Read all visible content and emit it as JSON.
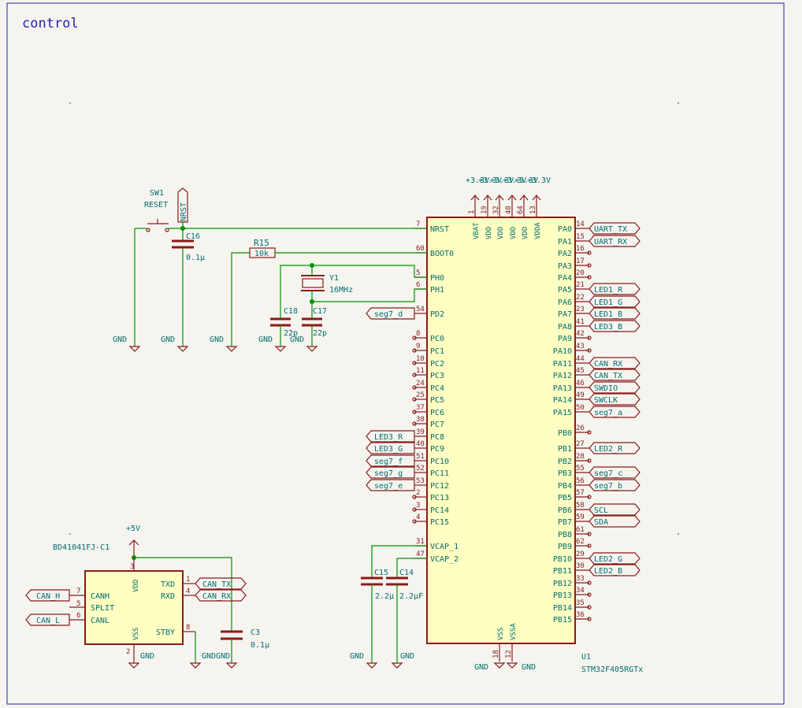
{
  "sheet": {
    "title": "control"
  },
  "mcu": {
    "ref": "U1",
    "value": "STM32F405RGTx",
    "power_top": [
      {
        "name": "VBAT",
        "num": "1"
      },
      {
        "name": "VDD",
        "num": "19"
      },
      {
        "name": "VDD",
        "num": "32"
      },
      {
        "name": "VDD",
        "num": "48"
      },
      {
        "name": "VDD",
        "num": "64"
      },
      {
        "name": "VDDA",
        "num": "13"
      }
    ],
    "power_labels": [
      "+3.3V",
      "+3.3V",
      "+3.3V",
      "+3.3V",
      "+3.3V",
      "+3.3V"
    ],
    "power_bottom": [
      {
        "name": "VSS",
        "num": "18"
      },
      {
        "name": "VSSA",
        "num": "12"
      }
    ],
    "left_pins": [
      {
        "name": "NRST",
        "num": "7"
      },
      {
        "name": "BOOT0",
        "num": "60"
      },
      {
        "name": "PH0",
        "num": "5"
      },
      {
        "name": "PH1",
        "num": "6"
      },
      {
        "name": "PD2",
        "num": "54",
        "label": "seg7_d"
      },
      {
        "name": "PC0",
        "num": "8"
      },
      {
        "name": "PC1",
        "num": "9"
      },
      {
        "name": "PC2",
        "num": "10"
      },
      {
        "name": "PC3",
        "num": "11"
      },
      {
        "name": "PC4",
        "num": "24"
      },
      {
        "name": "PC5",
        "num": "25"
      },
      {
        "name": "PC6",
        "num": "37"
      },
      {
        "name": "PC7",
        "num": "38"
      },
      {
        "name": "PC8",
        "num": "39",
        "label": "LED3_R"
      },
      {
        "name": "PC9",
        "num": "40",
        "label": "LED3_G"
      },
      {
        "name": "PC10",
        "num": "51",
        "label": "seg7_f"
      },
      {
        "name": "PC11",
        "num": "52",
        "label": "seg7_g"
      },
      {
        "name": "PC12",
        "num": "53",
        "label": "seg7_e"
      },
      {
        "name": "PC13",
        "num": "2"
      },
      {
        "name": "PC14",
        "num": "3"
      },
      {
        "name": "PC15",
        "num": "4"
      },
      {
        "name": "VCAP_1",
        "num": "31"
      },
      {
        "name": "VCAP_2",
        "num": "47"
      }
    ],
    "right_pins": [
      {
        "name": "PA0",
        "num": "14",
        "label": "UART_TX"
      },
      {
        "name": "PA1",
        "num": "15",
        "label": "UART_RX"
      },
      {
        "name": "PA2",
        "num": "16"
      },
      {
        "name": "PA3",
        "num": "17"
      },
      {
        "name": "PA4",
        "num": "20"
      },
      {
        "name": "PA5",
        "num": "21",
        "label": "LED1_R"
      },
      {
        "name": "PA6",
        "num": "22",
        "label": "LED1_G"
      },
      {
        "name": "PA7",
        "num": "23",
        "label": "LED1_B"
      },
      {
        "name": "PA8",
        "num": "41",
        "label": "LED3_B"
      },
      {
        "name": "PA9",
        "num": "42"
      },
      {
        "name": "PA10",
        "num": "43"
      },
      {
        "name": "PA11",
        "num": "44",
        "label": "CAN_RX"
      },
      {
        "name": "PA12",
        "num": "45",
        "label": "CAN_TX"
      },
      {
        "name": "PA13",
        "num": "46",
        "label": "SWDIO"
      },
      {
        "name": "PA14",
        "num": "49",
        "label": "SWCLK"
      },
      {
        "name": "PA15",
        "num": "50",
        "label": "seg7_a"
      },
      {
        "name": "PB0",
        "num": "26"
      },
      {
        "name": "PB1",
        "num": "27",
        "label": "LED2_R"
      },
      {
        "name": "PB2",
        "num": "28"
      },
      {
        "name": "PB3",
        "num": "55",
        "label": "seg7_c"
      },
      {
        "name": "PB4",
        "num": "56",
        "label": "seg7_b"
      },
      {
        "name": "PB5",
        "num": "57"
      },
      {
        "name": "PB6",
        "num": "58",
        "label": "SCL"
      },
      {
        "name": "PB7",
        "num": "59",
        "label": "SDA"
      },
      {
        "name": "PB8",
        "num": "61"
      },
      {
        "name": "PB9",
        "num": "62"
      },
      {
        "name": "PB10",
        "num": "29",
        "label": "LED2_G"
      },
      {
        "name": "PB11",
        "num": "30",
        "label": "LED2_B"
      },
      {
        "name": "PB12",
        "num": "33"
      },
      {
        "name": "PB13",
        "num": "34"
      },
      {
        "name": "PB14",
        "num": "35"
      },
      {
        "name": "PB15",
        "num": "36"
      }
    ]
  },
  "reset": {
    "ref": "SW1",
    "value": "RESET",
    "net": "NRST",
    "cap_ref": "C16",
    "cap_value": "0.1µ"
  },
  "boot": {
    "ref": "R15",
    "value": "10k"
  },
  "crystal": {
    "ref": "Y1",
    "value": "16MHz",
    "c_left_ref": "C18",
    "c_left_value": "22p",
    "c_right_ref": "C17",
    "c_right_value": "22p"
  },
  "vcap": {
    "c1_ref": "C15",
    "c1_value": "2.2µ",
    "c2_ref": "C14",
    "c2_value": "2.2µF"
  },
  "can": {
    "ref": "BD41041FJ-C1",
    "supply": "+5V",
    "pins_left": [
      {
        "name": "CANH",
        "num": "7"
      },
      {
        "name": "SPLIT",
        "num": "5"
      },
      {
        "name": "CANL",
        "num": "6"
      }
    ],
    "pins_right": [
      {
        "name": "TXD",
        "num": "1"
      },
      {
        "name": "RXD",
        "num": "4"
      },
      {
        "name": "STBY",
        "num": "8"
      }
    ],
    "vdd": {
      "name": "VDD",
      "num": "3"
    },
    "vss": {
      "name": "VSS",
      "num": "2"
    },
    "labels_left": [
      "CAN_H",
      "CAN_L"
    ],
    "labels_right": [
      "CAN_TX",
      "CAN_RX"
    ],
    "cap_ref": "C3",
    "cap_value": "0.1µ"
  },
  "gnd_label": "GND",
  "colors": {
    "wire": "#009000",
    "part": "#8a1a1a",
    "body_fill": "#ffffc2",
    "text": "#006e6e",
    "border": "#2222aa"
  }
}
